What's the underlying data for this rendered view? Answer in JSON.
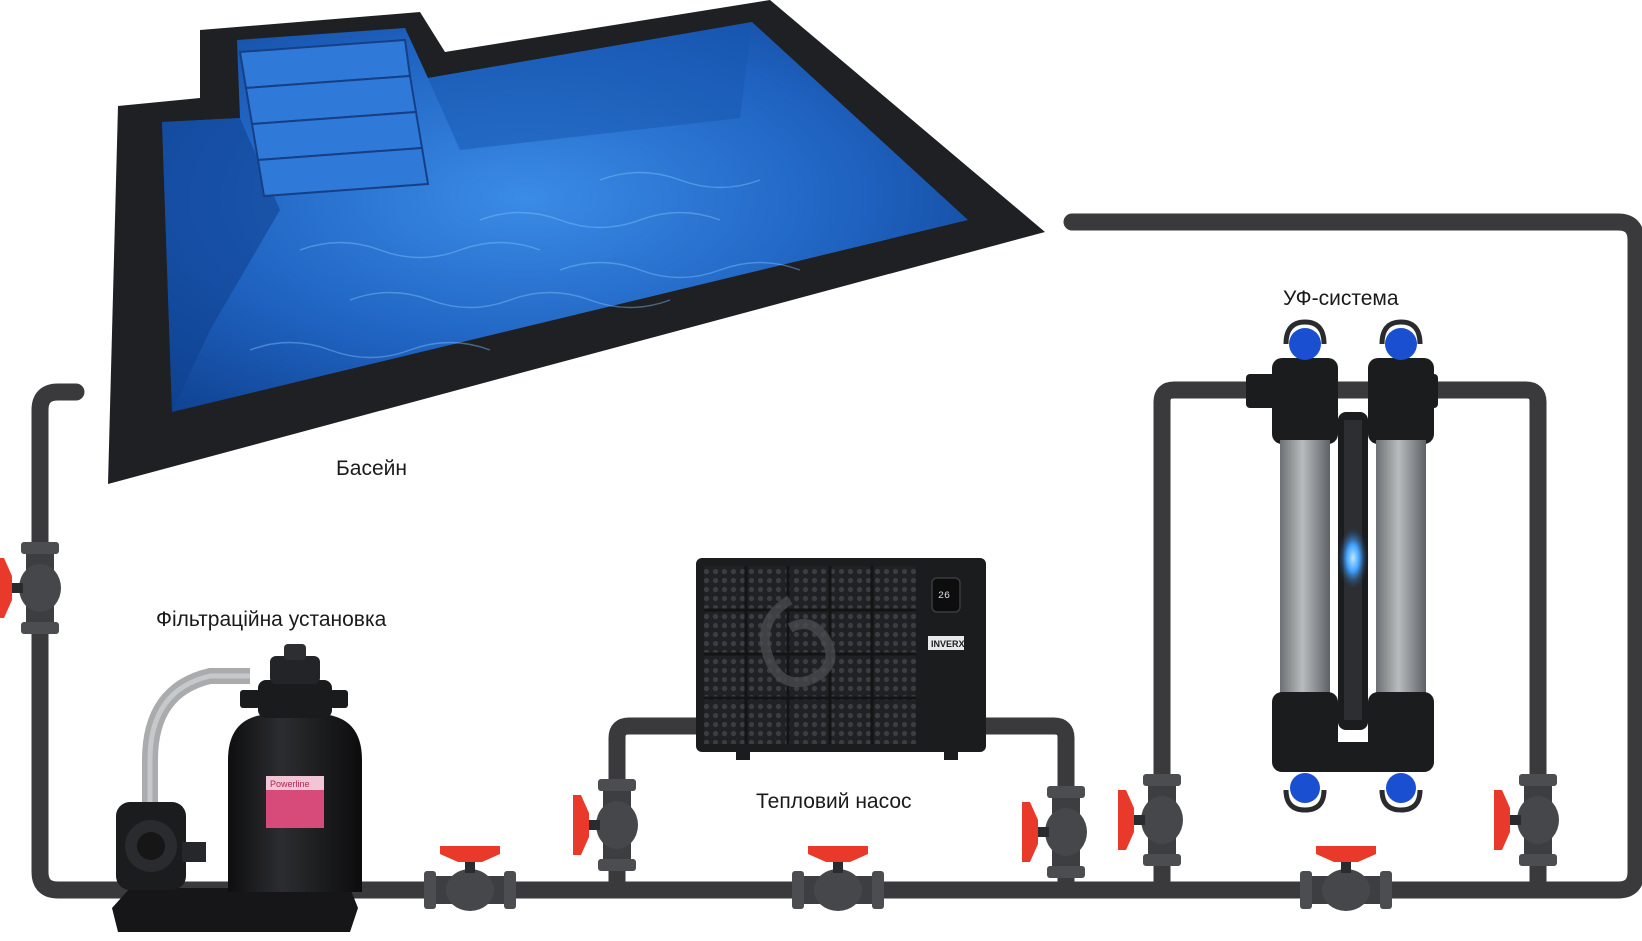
{
  "labels": {
    "pool": "Басейн",
    "filter": "Фільтраційна установка",
    "heat_pump": "Тепловий насос",
    "uv_system": "УФ-система"
  },
  "heat_pump": {
    "brand": "INVERX",
    "display": "26"
  },
  "filter": {
    "brand": "Powerline"
  },
  "colors": {
    "pipe": "#3a3a3c",
    "valve_handle": "#e8392b",
    "pool_water": "#1e5fb8",
    "pool_frame": "#1e2024",
    "equipment": "#1b1c1e"
  }
}
